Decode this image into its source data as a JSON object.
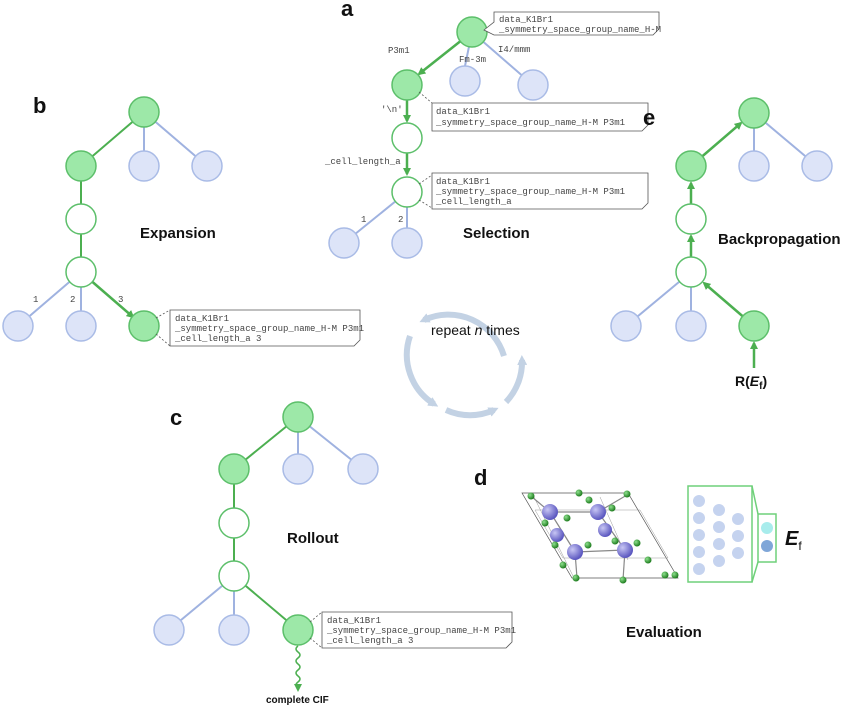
{
  "panels": {
    "a": {
      "letter": "a",
      "title": "Selection",
      "edge_labels": {
        "e1": "P3m1",
        "e2": "Fm-3m",
        "e3": "I4/mmm",
        "e4": "'\\n'",
        "e5": "_cell_length_a",
        "e6": "1",
        "e7": "2"
      },
      "note1": [
        "data_K1Br1",
        "_symmetry_space_group_name_H-M"
      ],
      "note2": [
        "data_K1Br1",
        "_symmetry_space_group_name_H-M P3m1"
      ],
      "note3": [
        "data_K1Br1",
        "_symmetry_space_group_name_H-M P3m1",
        "_cell_length_a"
      ]
    },
    "b": {
      "letter": "b",
      "title": "Expansion",
      "edge_labels": {
        "e1": "1",
        "e2": "2",
        "e3": "3"
      },
      "note": [
        "data_K1Br1",
        "_symmetry_space_group_name_H-M P3m1",
        "_cell_length_a 3"
      ]
    },
    "c": {
      "letter": "c",
      "title": "Rollout",
      "note": [
        "data_K1Br1",
        "_symmetry_space_group_name_H-M P3m1",
        "_cell_length_a 3"
      ],
      "output_label": "complete CIF"
    },
    "d": {
      "letter": "d",
      "title": "Evaluation",
      "output_symbol": "E",
      "output_subscript": "f"
    },
    "e": {
      "letter": "e",
      "title": "Backpropagation",
      "reward_prefix": "R(",
      "reward_symbol": "E",
      "reward_subscript": "f",
      "reward_suffix": ")"
    }
  },
  "cycle": {
    "text_before": "repeat ",
    "text_italic": "n",
    "text_after": " times"
  },
  "colors": {
    "green_fill": "#9de8a8",
    "green_stroke": "#5cbf6a",
    "green_edge": "#4caf50",
    "blue_fill": "#dde4f8",
    "blue_stroke": "#a9bbe6",
    "blue_edge": "#9fb2e0",
    "cycle": "#c3d2e4",
    "atom_k": "#6f6bd0",
    "atom_br": "#2e9a2e"
  }
}
